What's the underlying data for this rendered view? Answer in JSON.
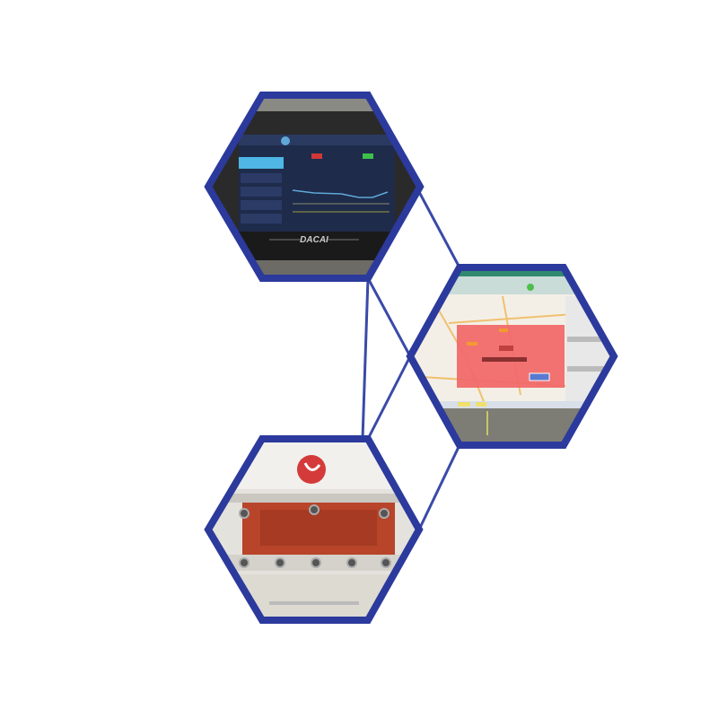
{
  "device_brand": "DACAI",
  "colors": {
    "frame": "#2b3a9c",
    "connector": "#3a4aa8",
    "alert_overlay": "#f06a6a",
    "screen_bg": "#1e2b4a",
    "menu_active": "#4fb6e6",
    "plate_red": "#b8442a"
  },
  "panels": [
    {
      "name": "touchscreen-controller"
    },
    {
      "name": "map-monitoring-software"
    },
    {
      "name": "rfid-tag-hardware"
    }
  ]
}
